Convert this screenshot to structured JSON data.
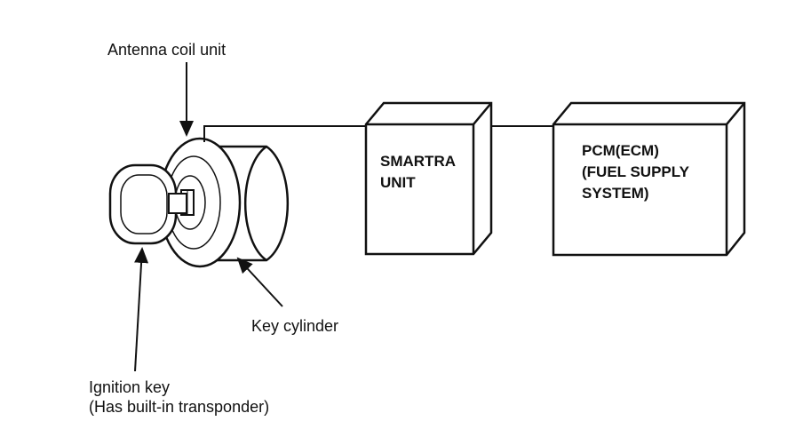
{
  "diagram": {
    "labels": {
      "antenna_coil_unit": "Antenna coil unit",
      "key_cylinder": "Key cylinder",
      "ignition_key": [
        "Ignition key",
        "(Has built-in transponder)"
      ]
    },
    "smartra_unit": [
      "SMARTRA",
      "UNIT"
    ],
    "pcm_ecm": [
      "PCM(ECM)",
      "(FUEL SUPPLY",
      "SYSTEM)"
    ]
  }
}
